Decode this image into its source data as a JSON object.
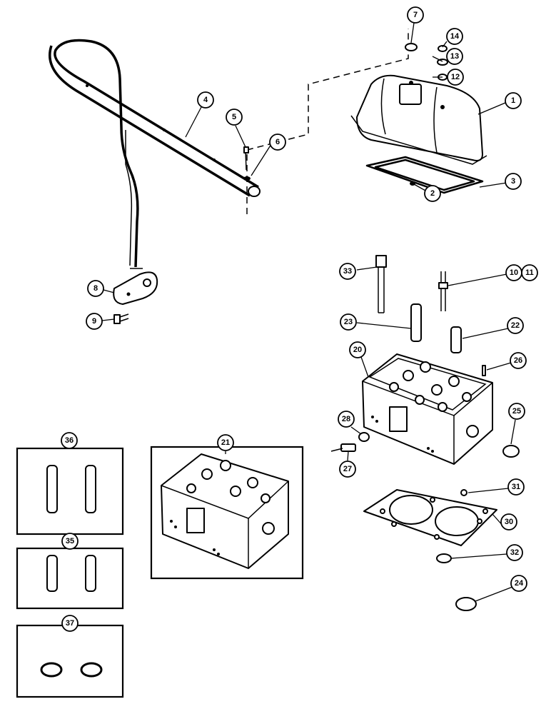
{
  "callouts": {
    "c1": "1",
    "c2": "2",
    "c3": "3",
    "c4": "4",
    "c5": "5",
    "c6": "6",
    "c7": "7",
    "c8": "8",
    "c9": "9",
    "c10": "10",
    "c11": "11",
    "c12": "12",
    "c13": "13",
    "c14": "14",
    "c20": "20",
    "c21": "21",
    "c22": "22",
    "c23": "23",
    "c24": "24",
    "c25": "25",
    "c26": "26",
    "c27": "27",
    "c28": "28",
    "c30": "30",
    "c31": "31",
    "c32": "32",
    "c33": "33",
    "c35": "35",
    "c36": "36",
    "c37": "37"
  }
}
